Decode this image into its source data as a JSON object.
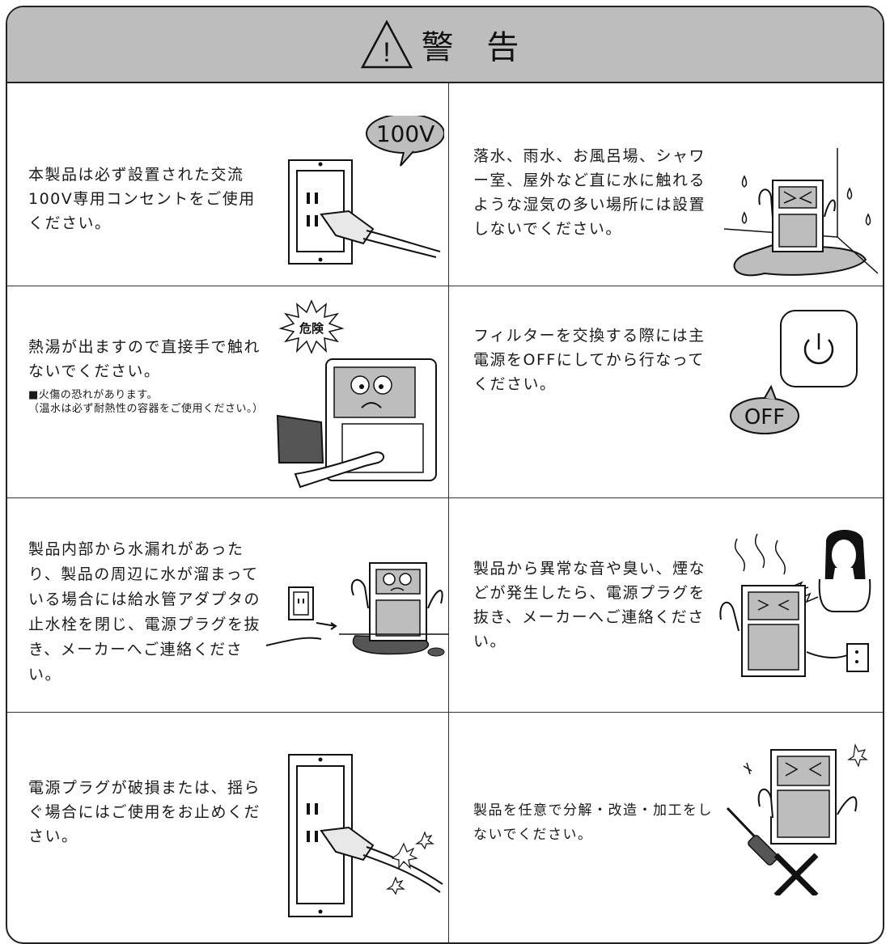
{
  "header": {
    "title": "警 告"
  },
  "warnings": [
    {
      "text": "本製品は必ず設置された交流100V専用コンセントをご使用ください。",
      "bubble": "100V"
    },
    {
      "text": "落水、雨水、お風呂場、シャワー室、屋外など直に水に触れるような湿気の多い場所には設置しないでください。"
    },
    {
      "text": "熱湯が出ますので直接手で触れないでください。",
      "note1": "■火傷の恐れがあります。",
      "note2": "（温水は必ず耐熱性の容器をご使用ください。）",
      "badge": "危険"
    },
    {
      "text": "フィルターを交換する際には主電源をOFFにしてから行なってください。",
      "bubble": "OFF"
    },
    {
      "text": "製品内部から水漏れがあったり、製品の周辺に水が溜まっている場合には給水管アダプタの止水栓を閉じ、電源プラグを抜き、メーカーへご連絡ください。"
    },
    {
      "text": "製品から異常な音や臭い、煙などが発生したら、電源プラグを抜き、メーカーへご連絡ください。"
    },
    {
      "text": "電源プラグが破損または、揺らぐ場合にはご使用をお止めください。"
    },
    {
      "text": "製品を任意で分解・改造・加工をしないでください。"
    }
  ]
}
